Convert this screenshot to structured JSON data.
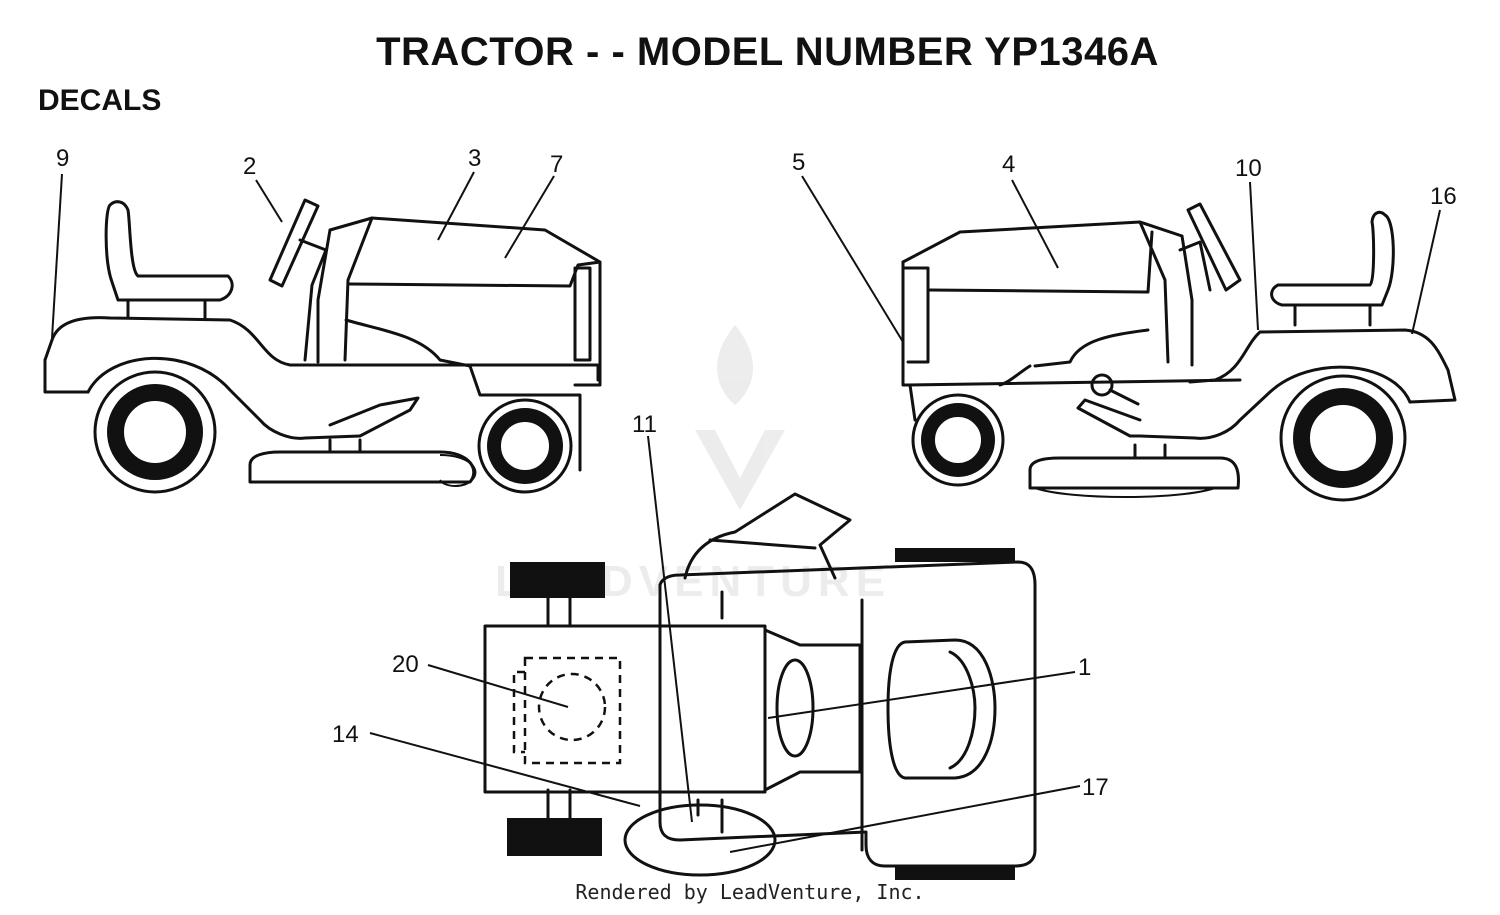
{
  "title": "TRACTOR - - MODEL NUMBER YP1346A",
  "subtitle": "DECALS",
  "footer": "Rendered by LeadVenture, Inc.",
  "watermark": "LEADVENTURE",
  "callouts": {
    "c9": "9",
    "c2": "2",
    "c3": "3",
    "c7": "7",
    "c5": "5",
    "c4": "4",
    "c10": "10",
    "c16": "16",
    "c11": "11",
    "c20": "20",
    "c1": "1",
    "c14": "14",
    "c17": "17"
  }
}
